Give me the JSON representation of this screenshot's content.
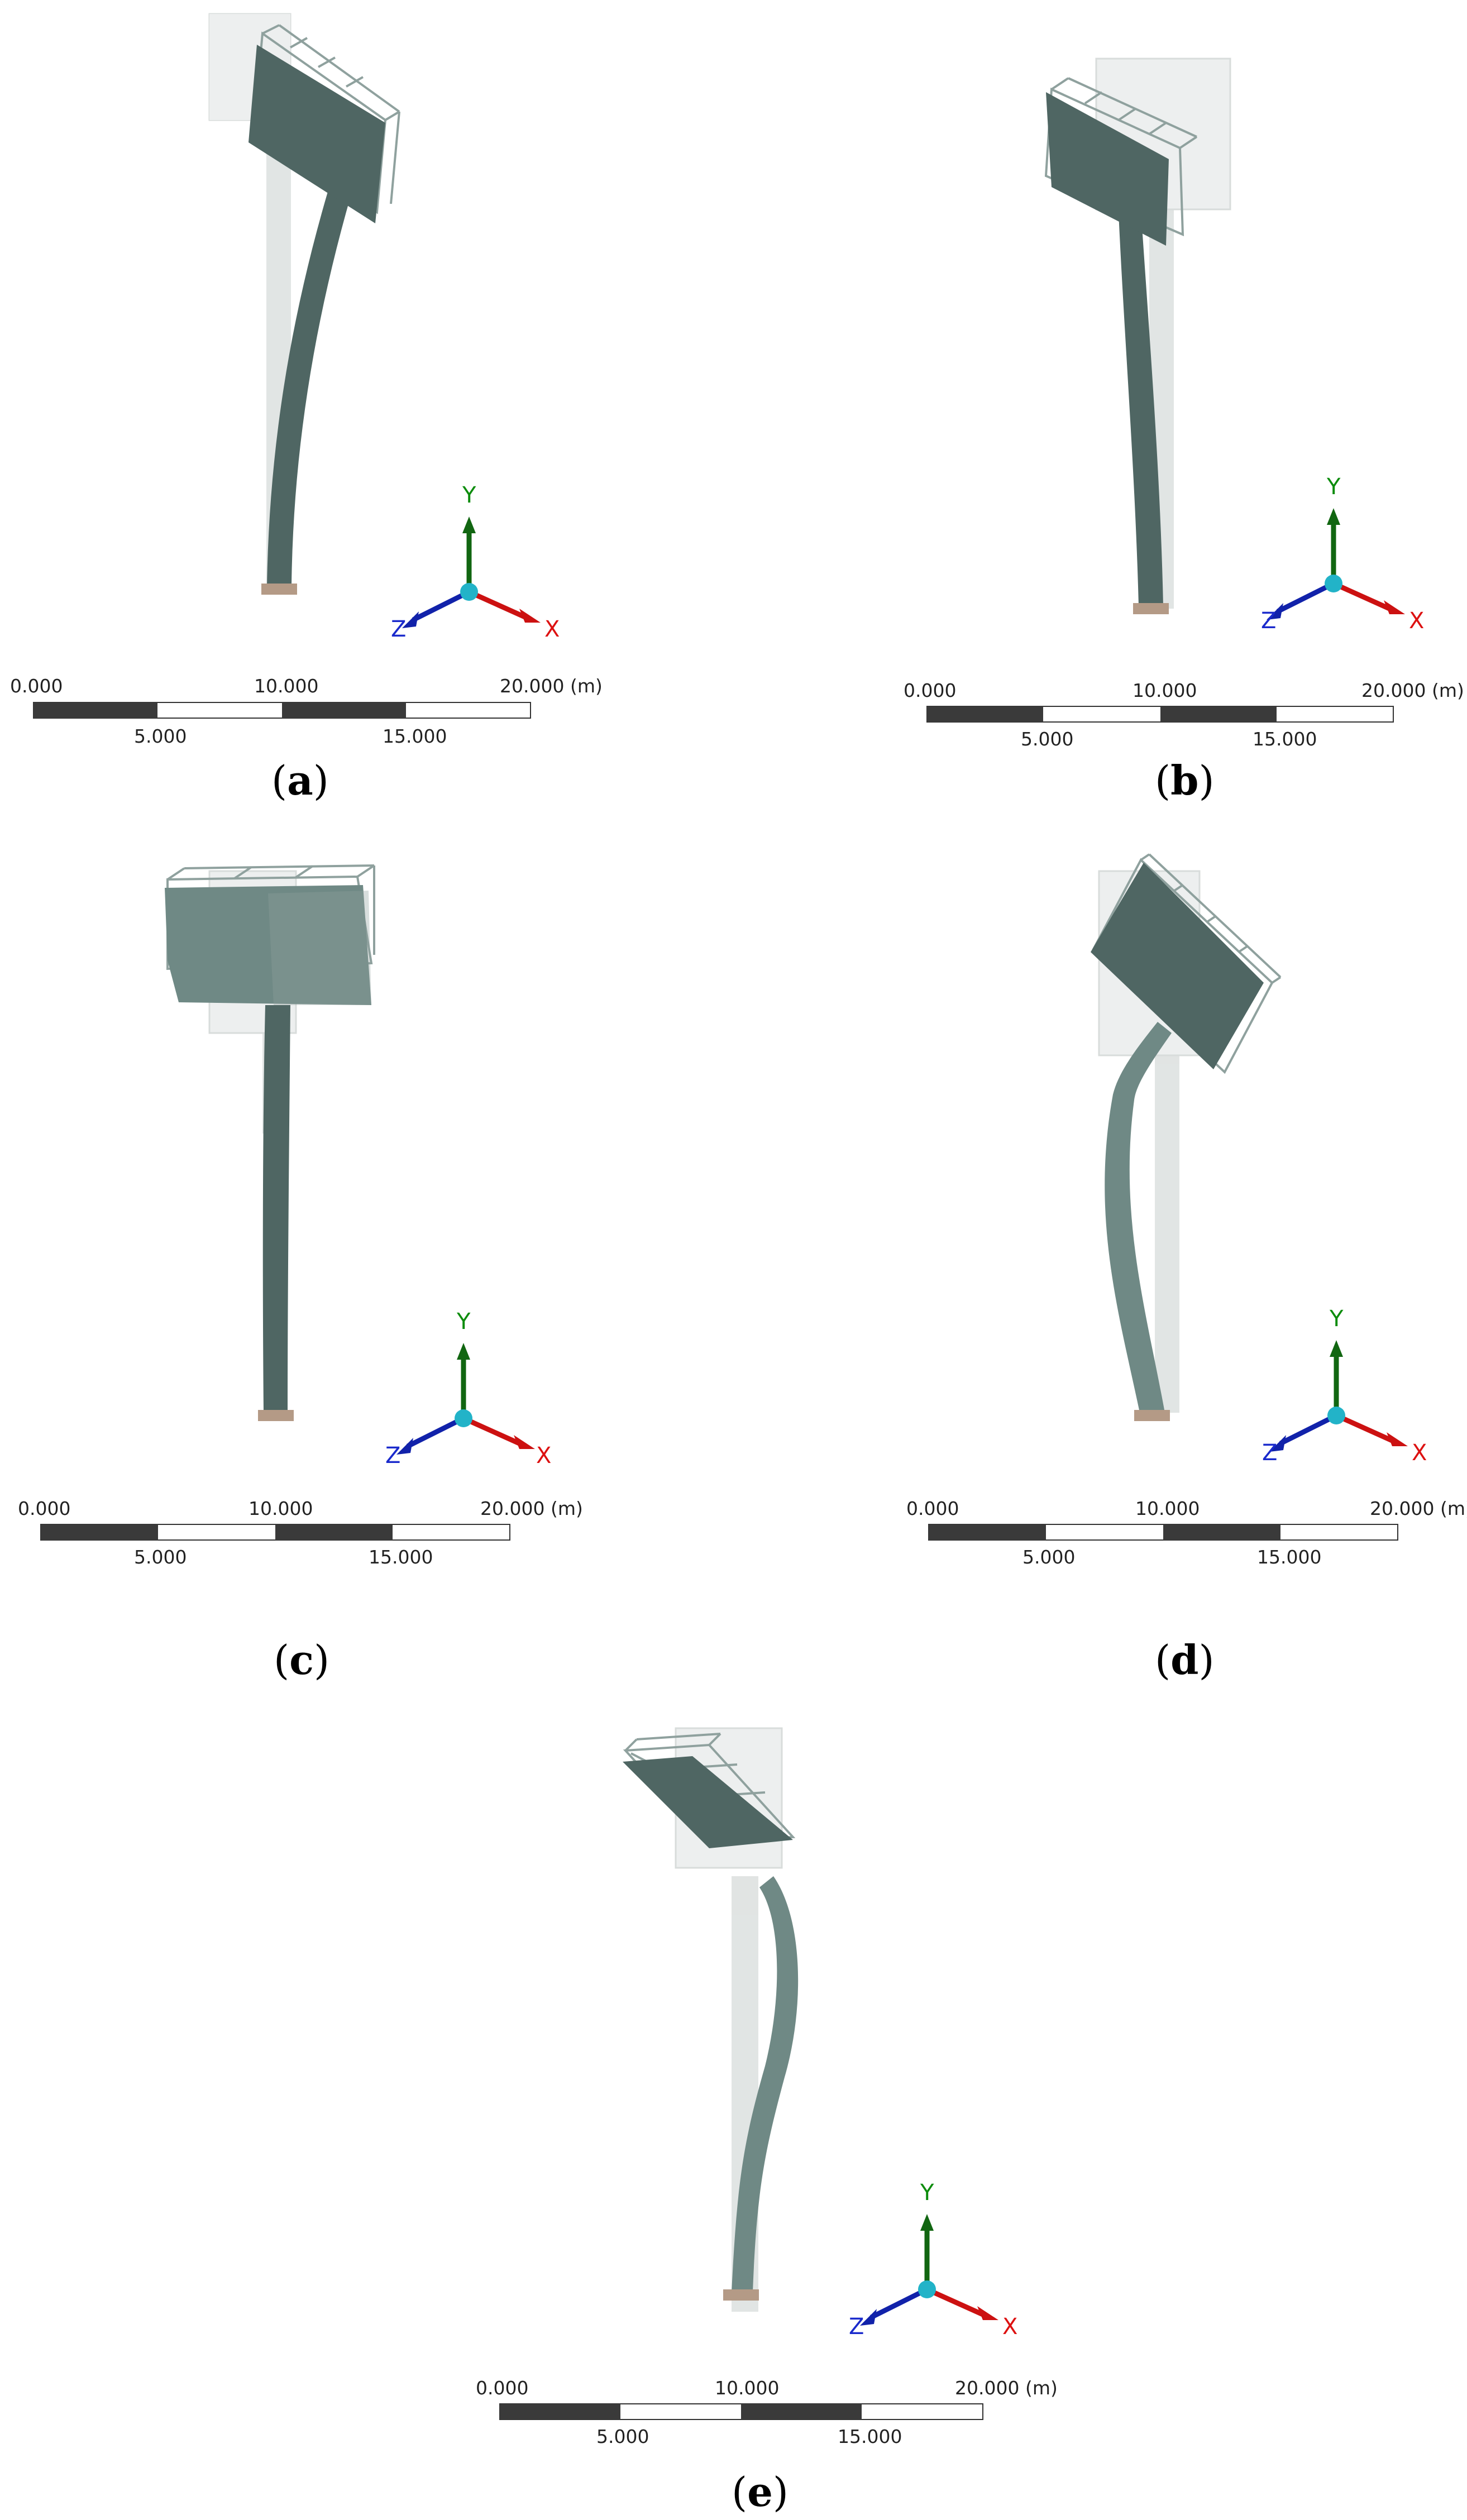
{
  "panels": [
    {
      "id": "a",
      "caption": "a"
    },
    {
      "id": "b",
      "caption": "b"
    },
    {
      "id": "c",
      "caption": "c"
    },
    {
      "id": "d",
      "caption": "d"
    },
    {
      "id": "e",
      "caption": "e"
    }
  ],
  "scale_bar": {
    "labels_top": [
      "0.000",
      "10.000",
      "20.000 (m)"
    ],
    "labels_bottom": [
      "5.000",
      "15.000"
    ]
  },
  "axes": {
    "x": "X",
    "y": "Y",
    "z": "Z"
  },
  "colors": {
    "structure": "#4f6663",
    "structure_light": "#6f8985",
    "ghost": "#c9cfcd",
    "truss": "#8fa19e",
    "x_axis": "#cc1111",
    "y_axis": "#116611",
    "z_axis": "#1122aa",
    "origin": "#22b3c8",
    "axis_label_x": "#dd1111",
    "axis_label_y": "#0c8c0c",
    "axis_label_z": "#1a2acc"
  }
}
